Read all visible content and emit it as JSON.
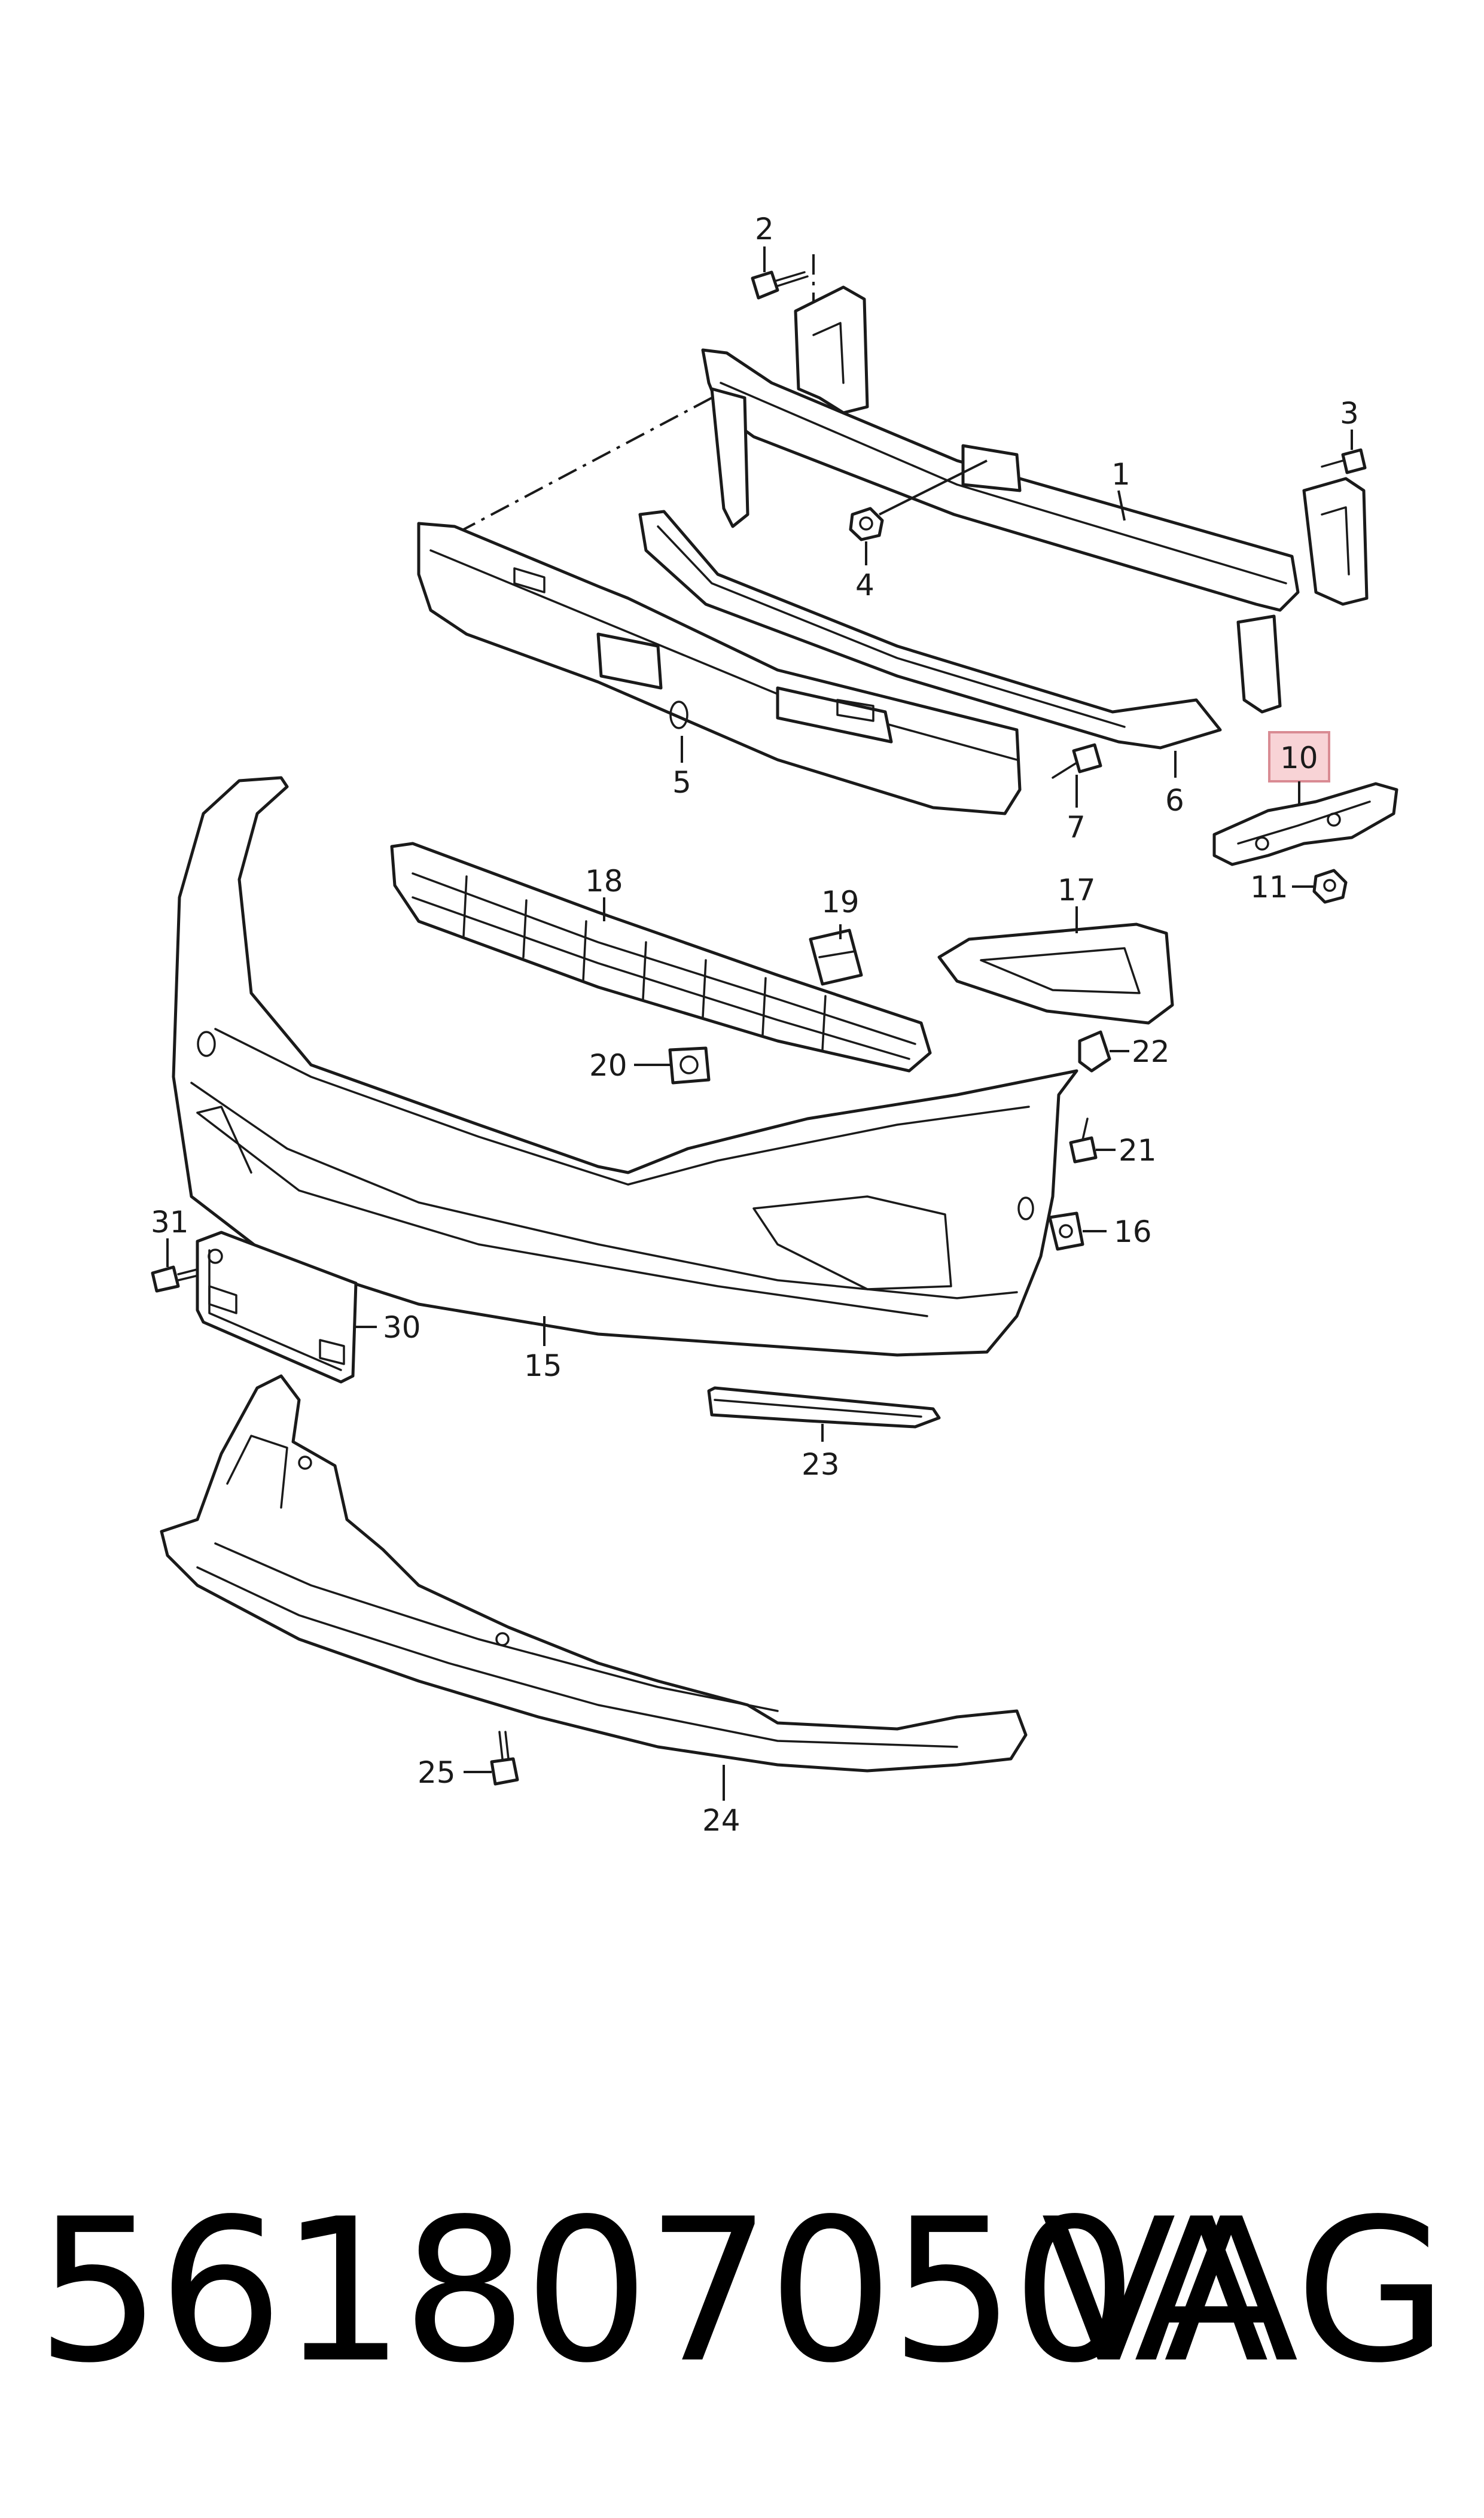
{
  "diagram": {
    "highlight_color": "#f8d3d6",
    "callouts": {
      "c1": "1",
      "c2": "2",
      "c3": "3",
      "c4": "4",
      "c5": "5",
      "c6": "6",
      "c7": "7",
      "c10": "10",
      "c11": "11",
      "c15": "15",
      "c16": "16",
      "c17": "17",
      "c18": "18",
      "c19": "19",
      "c20": "20",
      "c21": "21",
      "c22": "22",
      "c23": "23",
      "c24": "24",
      "c25": "25",
      "c30": "30",
      "c31": "31"
    }
  },
  "footer": {
    "part_number": "561807050A",
    "brand": "VAG"
  }
}
